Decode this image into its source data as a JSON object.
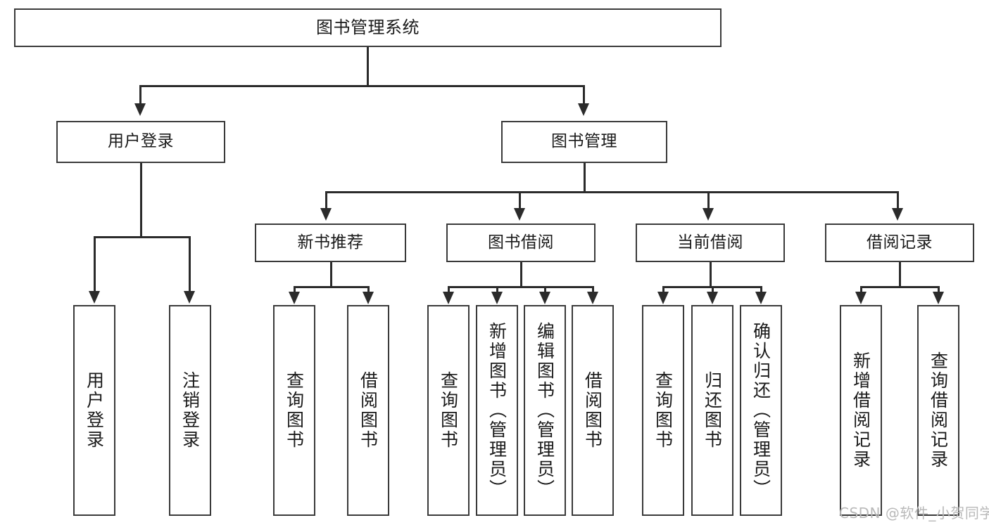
{
  "diagram": {
    "title": "图书管理系统",
    "type": "tree-hierarchy",
    "watermark": "CSDN @软件_小贺同学",
    "colors": {
      "box_border": "#3a3a3a",
      "connector": "#2b2b2b",
      "background": "#ffffff",
      "text": "#1a1a1a",
      "watermark": "#b9b9b9"
    },
    "levels": {
      "root": {
        "label": "图书管理系统"
      },
      "level2": [
        {
          "id": "user-login",
          "label": "用户登录"
        },
        {
          "id": "book-management",
          "label": "图书管理"
        }
      ],
      "level3": [
        {
          "id": "new-book-recommend",
          "label": "新书推荐",
          "parent": "book-management"
        },
        {
          "id": "book-borrow",
          "label": "图书借阅",
          "parent": "book-management"
        },
        {
          "id": "current-borrow",
          "label": "当前借阅",
          "parent": "book-management"
        },
        {
          "id": "borrow-record",
          "label": "借阅记录",
          "parent": "book-management"
        }
      ],
      "level4": {
        "user_login_children": [
          {
            "id": "login",
            "label": "用户登录"
          },
          {
            "id": "logout",
            "label": "注销登录"
          }
        ],
        "new_book_recommend_children": [
          {
            "id": "query-book-1",
            "label": "查询图书"
          },
          {
            "id": "borrow-book-1",
            "label": "借阅图书"
          }
        ],
        "book_borrow_children": [
          {
            "id": "query-book-2",
            "label": "查询图书"
          },
          {
            "id": "add-book",
            "label": "新增图书（管理员）"
          },
          {
            "id": "edit-book",
            "label": "编辑图书（管理员）"
          },
          {
            "id": "borrow-book-2",
            "label": "借阅图书"
          }
        ],
        "current_borrow_children": [
          {
            "id": "query-book-3",
            "label": "查询图书"
          },
          {
            "id": "return-book",
            "label": "归还图书"
          },
          {
            "id": "confirm-return",
            "label": "确认归还（管理员）"
          }
        ],
        "borrow_record_children": [
          {
            "id": "add-borrow-record",
            "label": "新增借阅记录"
          },
          {
            "id": "query-borrow-record",
            "label": "查询借阅记录"
          }
        ]
      }
    }
  }
}
